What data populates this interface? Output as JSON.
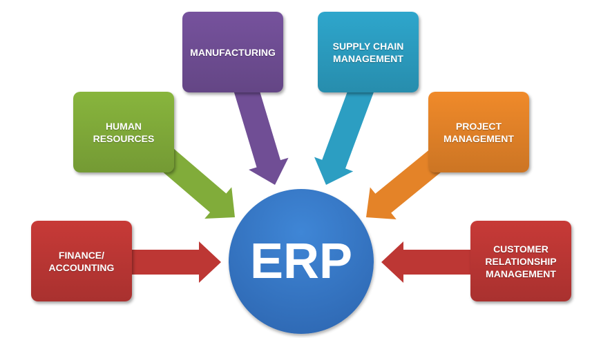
{
  "center": {
    "label": "ERP",
    "color": "#3572c4"
  },
  "modules": [
    {
      "id": "finance",
      "label": "FINANCE/\nACCOUNTING",
      "color": "#c73a37"
    },
    {
      "id": "hr",
      "label": "HUMAN\nRESOURCES",
      "color": "#88b53d"
    },
    {
      "id": "manufacturing",
      "label": "MANUFACTURING",
      "color": "#76529d"
    },
    {
      "id": "scm",
      "label": "SUPPLY CHAIN\nMANAGEMENT",
      "color": "#2ea6cc"
    },
    {
      "id": "pm",
      "label": "PROJECT\nMANAGEMENT",
      "color": "#f08a2a"
    },
    {
      "id": "crm",
      "label": "CUSTOMER\nRELATIONSHIP\nMANAGEMENT",
      "color": "#c73a37"
    }
  ]
}
